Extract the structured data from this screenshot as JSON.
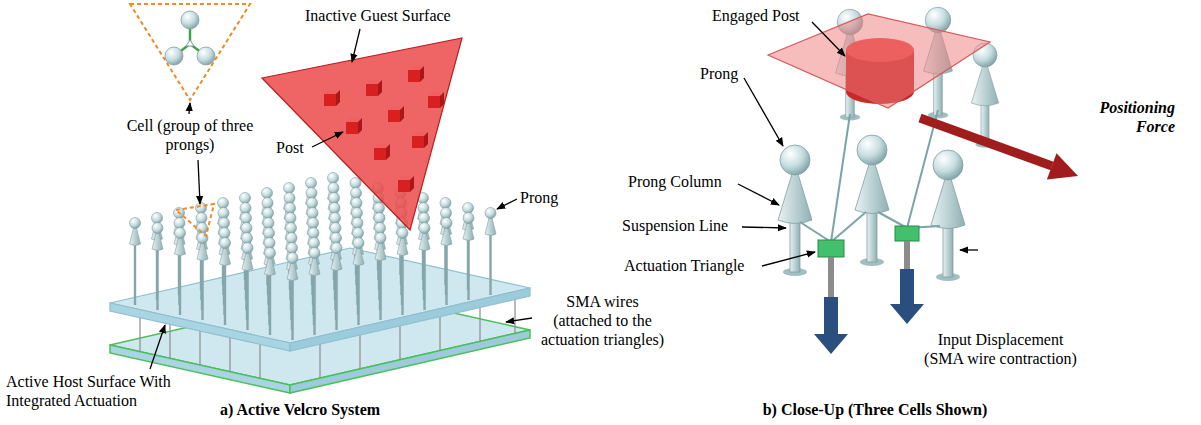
{
  "diagram": {
    "labels": [
      "Inactive Guest Surface",
      "Cell (group of three prongs)",
      "Post",
      "Prong",
      "Active Host Surface With Integrated Actuation",
      "SMA wires (attached to the actuation triangles)",
      "a) Active Velcro System",
      "Engaged Post",
      "Prong",
      "Positioning Force",
      "Prong Column",
      "Suspension Line",
      "Actuation Triangle",
      "Input Displacement (SMA wire contraction)",
      "b) Close-Up (Three Cells Shown)"
    ]
  }
}
